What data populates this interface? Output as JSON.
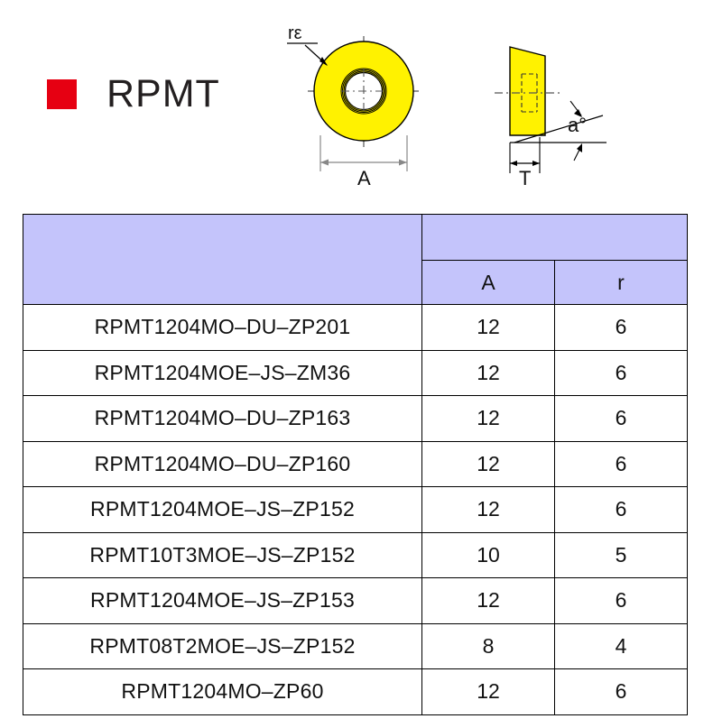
{
  "brand": {
    "square_color": "#e60012",
    "title": "RPMT",
    "square_icon": "red-square-bullet"
  },
  "diagram": {
    "top_view": {
      "corner_radius_label": "rε",
      "width_label": "A",
      "shape": "round-insert-top-view",
      "body_color": "#fff200",
      "outline_color": "#000000"
    },
    "side_view": {
      "angle_label": "a°",
      "thickness_label": "T",
      "shape": "insert-side-view-trapezoid",
      "body_color": "#fff200",
      "outline_color": "#000000"
    }
  },
  "table": {
    "header": {
      "name_column": "",
      "group_label": "",
      "columns": [
        "A",
        "r"
      ]
    },
    "header_bg": "#c4c4fb",
    "rows": [
      {
        "name": "RPMT1204MO–DU–ZP201",
        "A": "12",
        "r": "6"
      },
      {
        "name": "RPMT1204MOE–JS–ZM36",
        "A": "12",
        "r": "6"
      },
      {
        "name": "RPMT1204MO–DU–ZP163",
        "A": "12",
        "r": "6"
      },
      {
        "name": "RPMT1204MO–DU–ZP160",
        "A": "12",
        "r": "6"
      },
      {
        "name": "RPMT1204MOE–JS–ZP152",
        "A": "12",
        "r": "6"
      },
      {
        "name": "RPMT10T3MOE–JS–ZP152",
        "A": "10",
        "r": "5"
      },
      {
        "name": "RPMT1204MOE–JS–ZP153",
        "A": "12",
        "r": "6"
      },
      {
        "name": "RPMT08T2MOE–JS–ZP152",
        "A": "8",
        "r": "4"
      },
      {
        "name": "RPMT1204MO–ZP60",
        "A": "12",
        "r": "6"
      }
    ]
  }
}
